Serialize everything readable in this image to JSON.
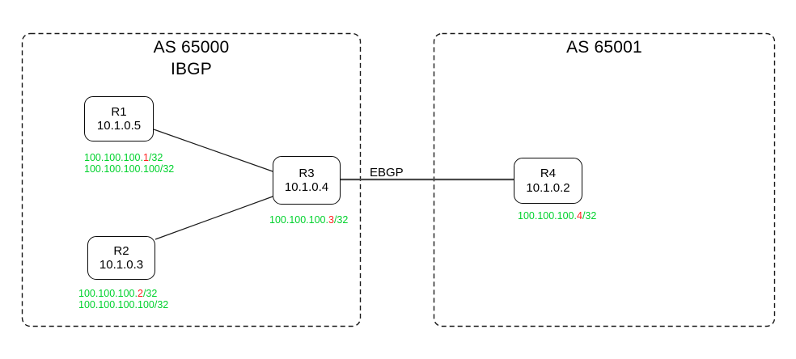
{
  "groups": [
    {
      "title": "AS 65000",
      "subtitle": "IBGP"
    },
    {
      "title": "AS 65001"
    }
  ],
  "routers": [
    {
      "name": "R1",
      "ip": "10.1.0.5",
      "labels": [
        {
          "pre": "100.100.100.",
          "hl": "1",
          "post": "/32"
        },
        {
          "pre": "100.100.100.100/32",
          "hl": "",
          "post": ""
        }
      ]
    },
    {
      "name": "R2",
      "ip": "10.1.0.3",
      "labels": [
        {
          "pre": "100.100.100.",
          "hl": "2",
          "post": "/32"
        },
        {
          "pre": "100.100.100.100/32",
          "hl": "",
          "post": ""
        }
      ]
    },
    {
      "name": "R3",
      "ip": "10.1.0.4",
      "labels": [
        {
          "pre": "100.100.100.",
          "hl": "3",
          "post": "/32"
        }
      ]
    },
    {
      "name": "R4",
      "ip": "10.1.0.2",
      "labels": [
        {
          "pre": "100.100.100.",
          "hl": "4",
          "post": "/32"
        }
      ]
    }
  ],
  "link_label": "EBGP",
  "colors": {
    "green": "#00d22d",
    "red": "#ff1f1f",
    "line": "#4a4a4a",
    "border": "#1a1a1a"
  }
}
